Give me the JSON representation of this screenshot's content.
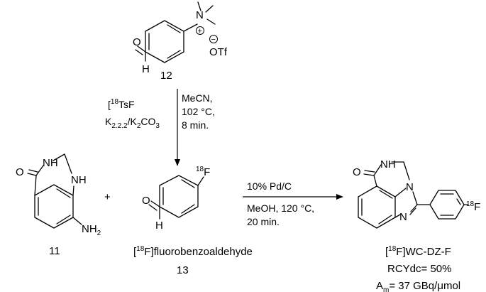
{
  "compound_12": {
    "number": "12",
    "aldehyde_h": "H",
    "aldehyde_o": "O",
    "ammonium_n": "N",
    "charge_plus": "+",
    "charge_minus": "−",
    "counterion": "OTf"
  },
  "step_1": {
    "reagent_mass": "18",
    "reagent_name": "TsF",
    "base_k": "K",
    "base_k_sub": "2.2.2",
    "base_mid": "/K",
    "base_k2": "2",
    "base_co": "CO",
    "base_co3": "3",
    "solvent": "MeCN,",
    "temperature": "102 °C,",
    "time": "8 min."
  },
  "compound_11": {
    "number": "11",
    "carbonyl_o": "O",
    "amide_nh": "NH",
    "amine_nh": "NH",
    "amino_nh": "NH",
    "amino_sub": "2"
  },
  "plus_sign": "+",
  "compound_13": {
    "number": "13",
    "aldehyde_o": "O",
    "aldehyde_h": "H",
    "fluorine_mass": "18",
    "fluorine": "F",
    "name_mass": "18",
    "name_text": "F]fluorobenzoaldehyde"
  },
  "step_2": {
    "catalyst": "10% Pd/C",
    "conditions": "MeOH, 120 °C,",
    "time": "20 min."
  },
  "product": {
    "carbonyl_o": "O",
    "amide_nh": "NH",
    "ring_n1": "N",
    "ring_n2": "N",
    "fluorine_mass": "18",
    "fluorine": "F",
    "name_mass": "18",
    "name_text": "F]WC-DZ-F",
    "rcy": "RCYdc= 50%",
    "am_a": "A",
    "am_sub": "m",
    "am_value": "= 37 GBq/μmol"
  }
}
